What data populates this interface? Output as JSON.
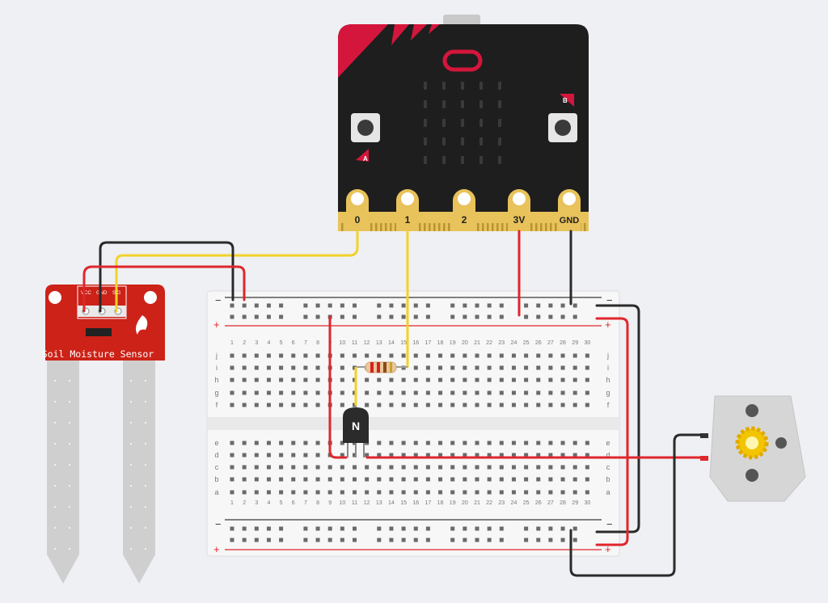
{
  "microbit": {
    "pins": [
      "0",
      "1",
      "2",
      "3V",
      "GND"
    ],
    "button_a": "A",
    "button_b": "B"
  },
  "sensor": {
    "label": "Soil Moisture Sensor",
    "pin_labels": [
      "VCC",
      "GND",
      "SIG"
    ]
  },
  "breadboard": {
    "rail_minus": "−",
    "rail_plus": "+",
    "rows_top": [
      "j",
      "i",
      "h",
      "g",
      "f"
    ],
    "rows_bottom": [
      "e",
      "d",
      "c",
      "b",
      "a"
    ],
    "column_count": 30
  },
  "transistor": {
    "label": "N"
  },
  "colors": {
    "background": "#eef0f3",
    "microbit_body": "#1e1e1e",
    "microbit_accent": "#d4163c",
    "pin_gold": "#e8c25a",
    "sensor_red": "#cc2218",
    "wire_red": "#e0262c",
    "wire_black": "#2a2a2a",
    "wire_yellow": "#f2d22a",
    "led": "#3a3a3a"
  }
}
